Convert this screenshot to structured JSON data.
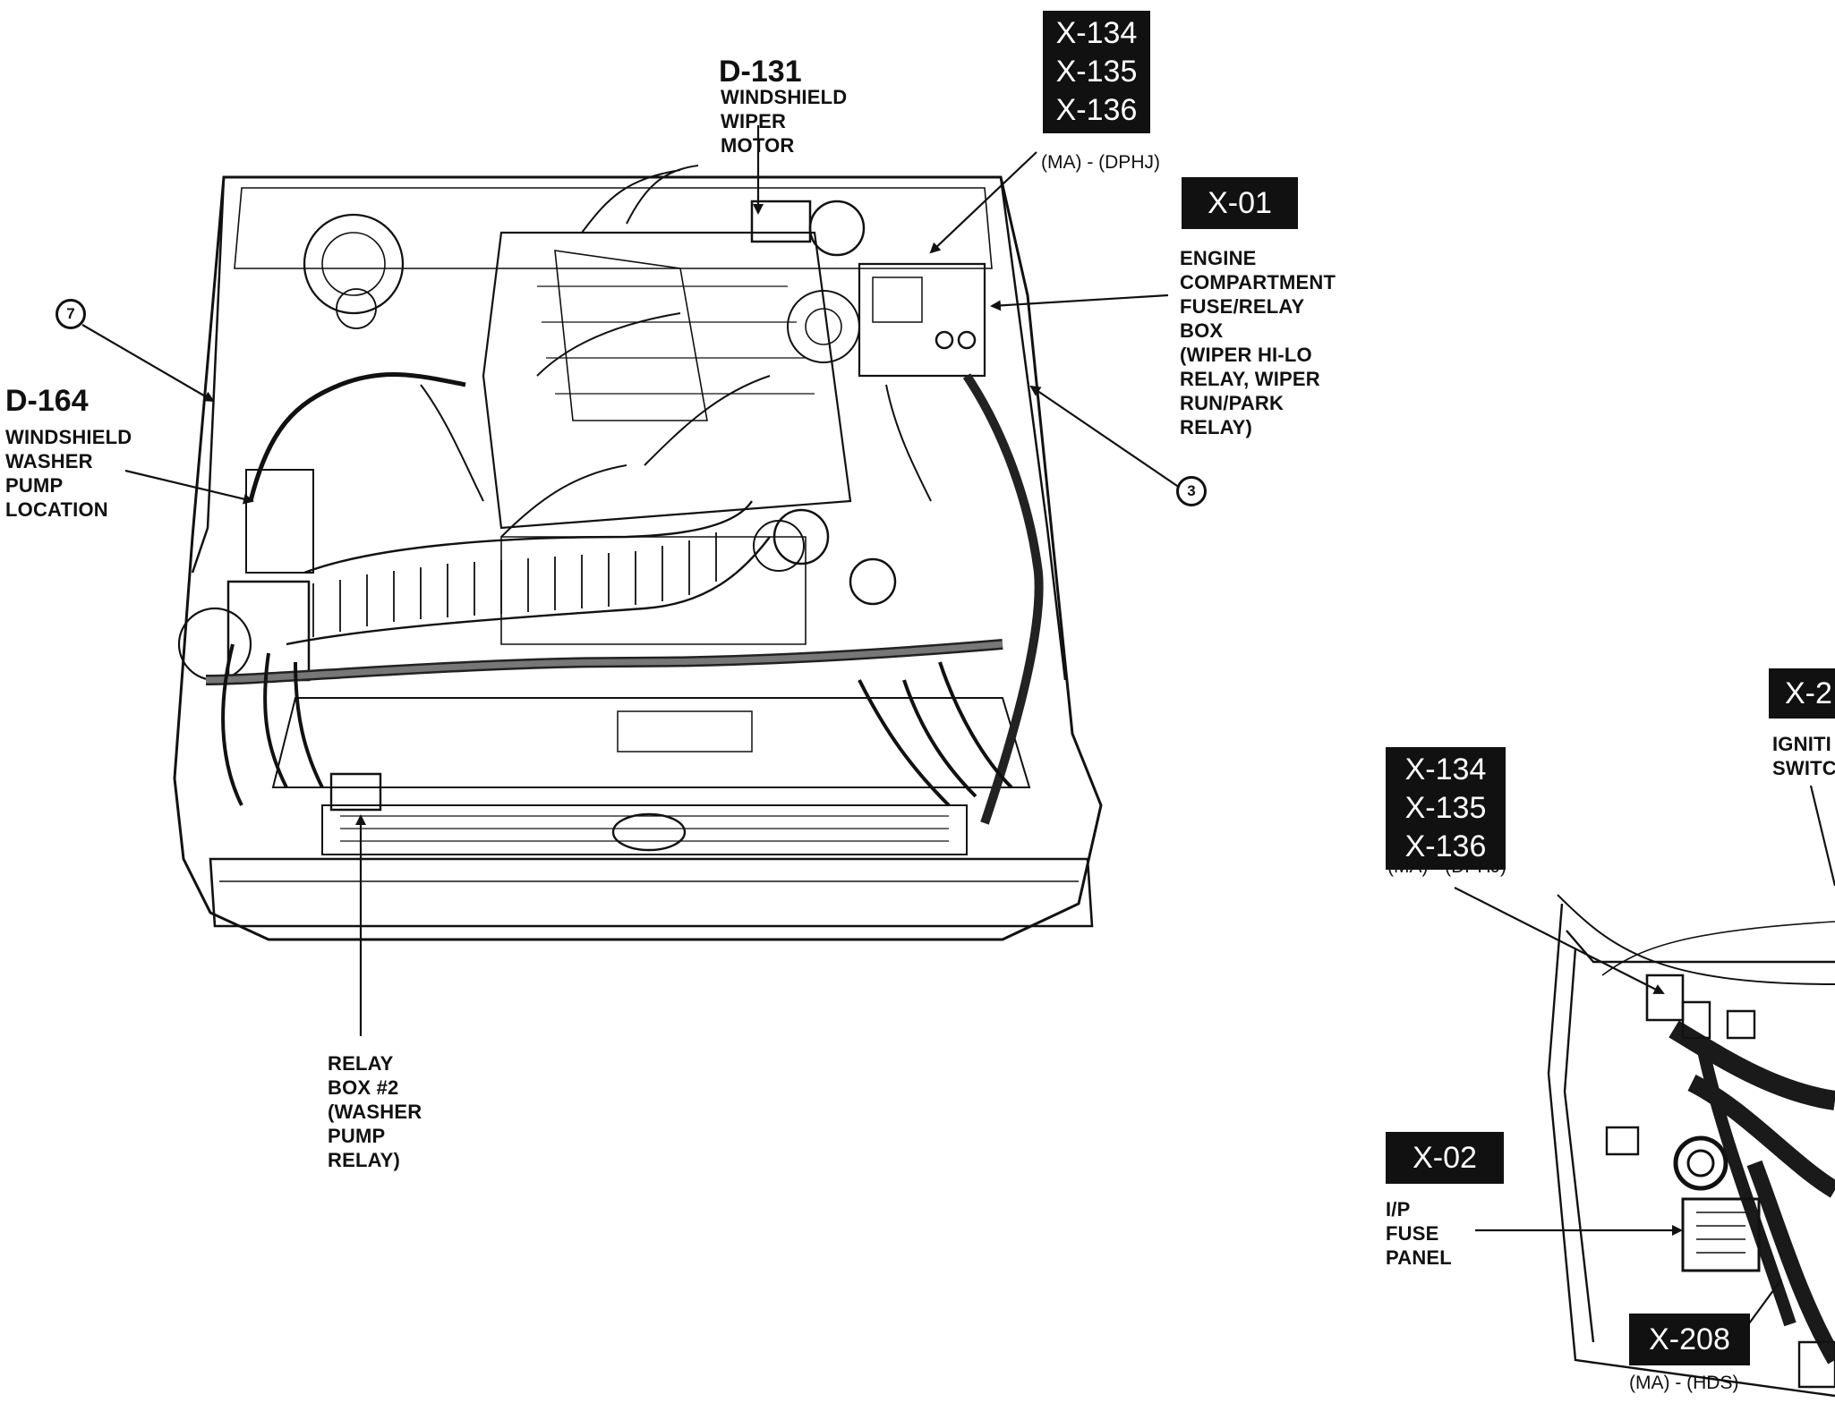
{
  "engine_labels": {
    "d131": {
      "code": "D-131",
      "lines": [
        "WINDSHIELD",
        "WIPER",
        "MOTOR"
      ]
    },
    "d164": {
      "code": "D-164",
      "lines": [
        "WINDSHIELD",
        "WASHER",
        "PUMP",
        "LOCATION"
      ]
    },
    "x134_top": {
      "lines": [
        "X-134",
        "X-135",
        "X-136"
      ],
      "note": "(MA) - (DPHJ)"
    },
    "x01": {
      "code": "X-01",
      "lines": [
        "ENGINE",
        "COMPARTMENT",
        "FUSE/RELAY",
        "BOX",
        "(WIPER HI-LO",
        "RELAY, WIPER",
        "RUN/PARK",
        "RELAY)"
      ]
    },
    "relay_box": {
      "lines": [
        "RELAY",
        "BOX #2",
        "(WASHER",
        "PUMP",
        "RELAY)"
      ]
    },
    "callout_7": "7",
    "callout_3": "3"
  },
  "dash_labels": {
    "x134_lower": {
      "lines": [
        "X-134",
        "X-135",
        "X-136"
      ],
      "note": "(MA) - (DPHJ)"
    },
    "x2_partial": {
      "code": "X-2",
      "lines": [
        "IGNITI",
        "SWITC"
      ]
    },
    "x02": {
      "code": "X-02",
      "lines": [
        "I/P",
        "FUSE",
        "PANEL"
      ]
    },
    "x208": {
      "code": "X-208",
      "note": "(MA) - (HDS)"
    }
  }
}
